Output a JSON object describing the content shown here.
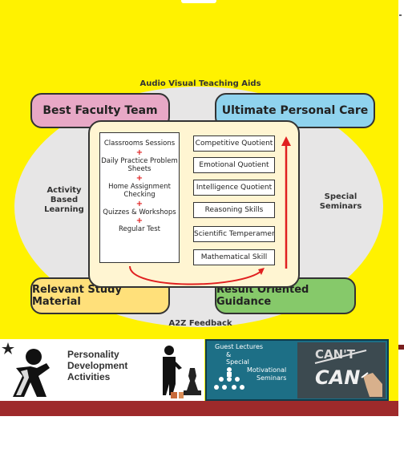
{
  "diagram": {
    "outer_labels": {
      "top": "Audio Visual Teaching Aids",
      "bottom": "A2Z Feedback",
      "left": [
        "Activity",
        "Based",
        "Learning"
      ],
      "right": [
        "Special",
        "Seminars"
      ]
    },
    "corner_cards": {
      "top_left": "Best Faculty Team",
      "top_right": "Ultimate Personal Care",
      "bottom_left": "Relevant Study Material",
      "bottom_right": "Result Oriented Guidance"
    },
    "left_list": [
      [
        "Classrooms Sessions"
      ],
      [
        "Daily Practice Problem",
        "Sheets"
      ],
      [
        "Home Assignment",
        "Checking"
      ],
      [
        "Quizzes & Workshops"
      ],
      [
        "Regular Test"
      ]
    ],
    "plus_sign": "+",
    "right_list": [
      "Competitive Quotient",
      "Emotional Quotient",
      "Intelligence Quotient",
      "Reasoning Skills",
      "Scientific Temperament",
      "Mathematical Skill"
    ]
  },
  "banner": {
    "personality": [
      "Personality",
      "Development",
      "Activities"
    ],
    "guest": {
      "line1": "Guest Lectures",
      "line2": "&",
      "line3": "Special",
      "line4": "Motivational",
      "line5": "Seminars",
      "cant": "CAN'T",
      "can": "CAN"
    }
  },
  "colors": {
    "background": "#fff200",
    "pink": "#e8a8c6",
    "blue": "#8fd3ee",
    "yellow": "#ffe07a",
    "green": "#86c96a",
    "arrow": "#e02020",
    "footer": "#9e2a2b"
  }
}
